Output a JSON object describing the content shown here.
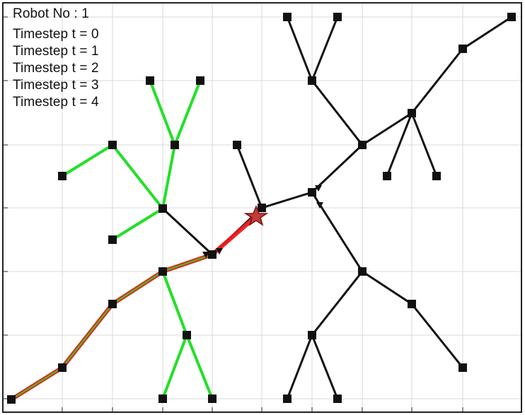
{
  "figure": {
    "title": "Robot No : 1",
    "legend": [
      "Timestep t = 0",
      "Timestep t = 1",
      "Timestep t = 2",
      "Timestep t = 3",
      "Timestep t = 4"
    ],
    "colors": {
      "background": "#ffffff",
      "frame": "#222222",
      "grid": "#d8d8d8",
      "tree": "#111111",
      "green_path": "#22e028",
      "red_path": "#ea1b1b",
      "marker": "#111111",
      "star": "#c33a3a"
    },
    "legend_placement": "top-left",
    "grid": true
  }
}
